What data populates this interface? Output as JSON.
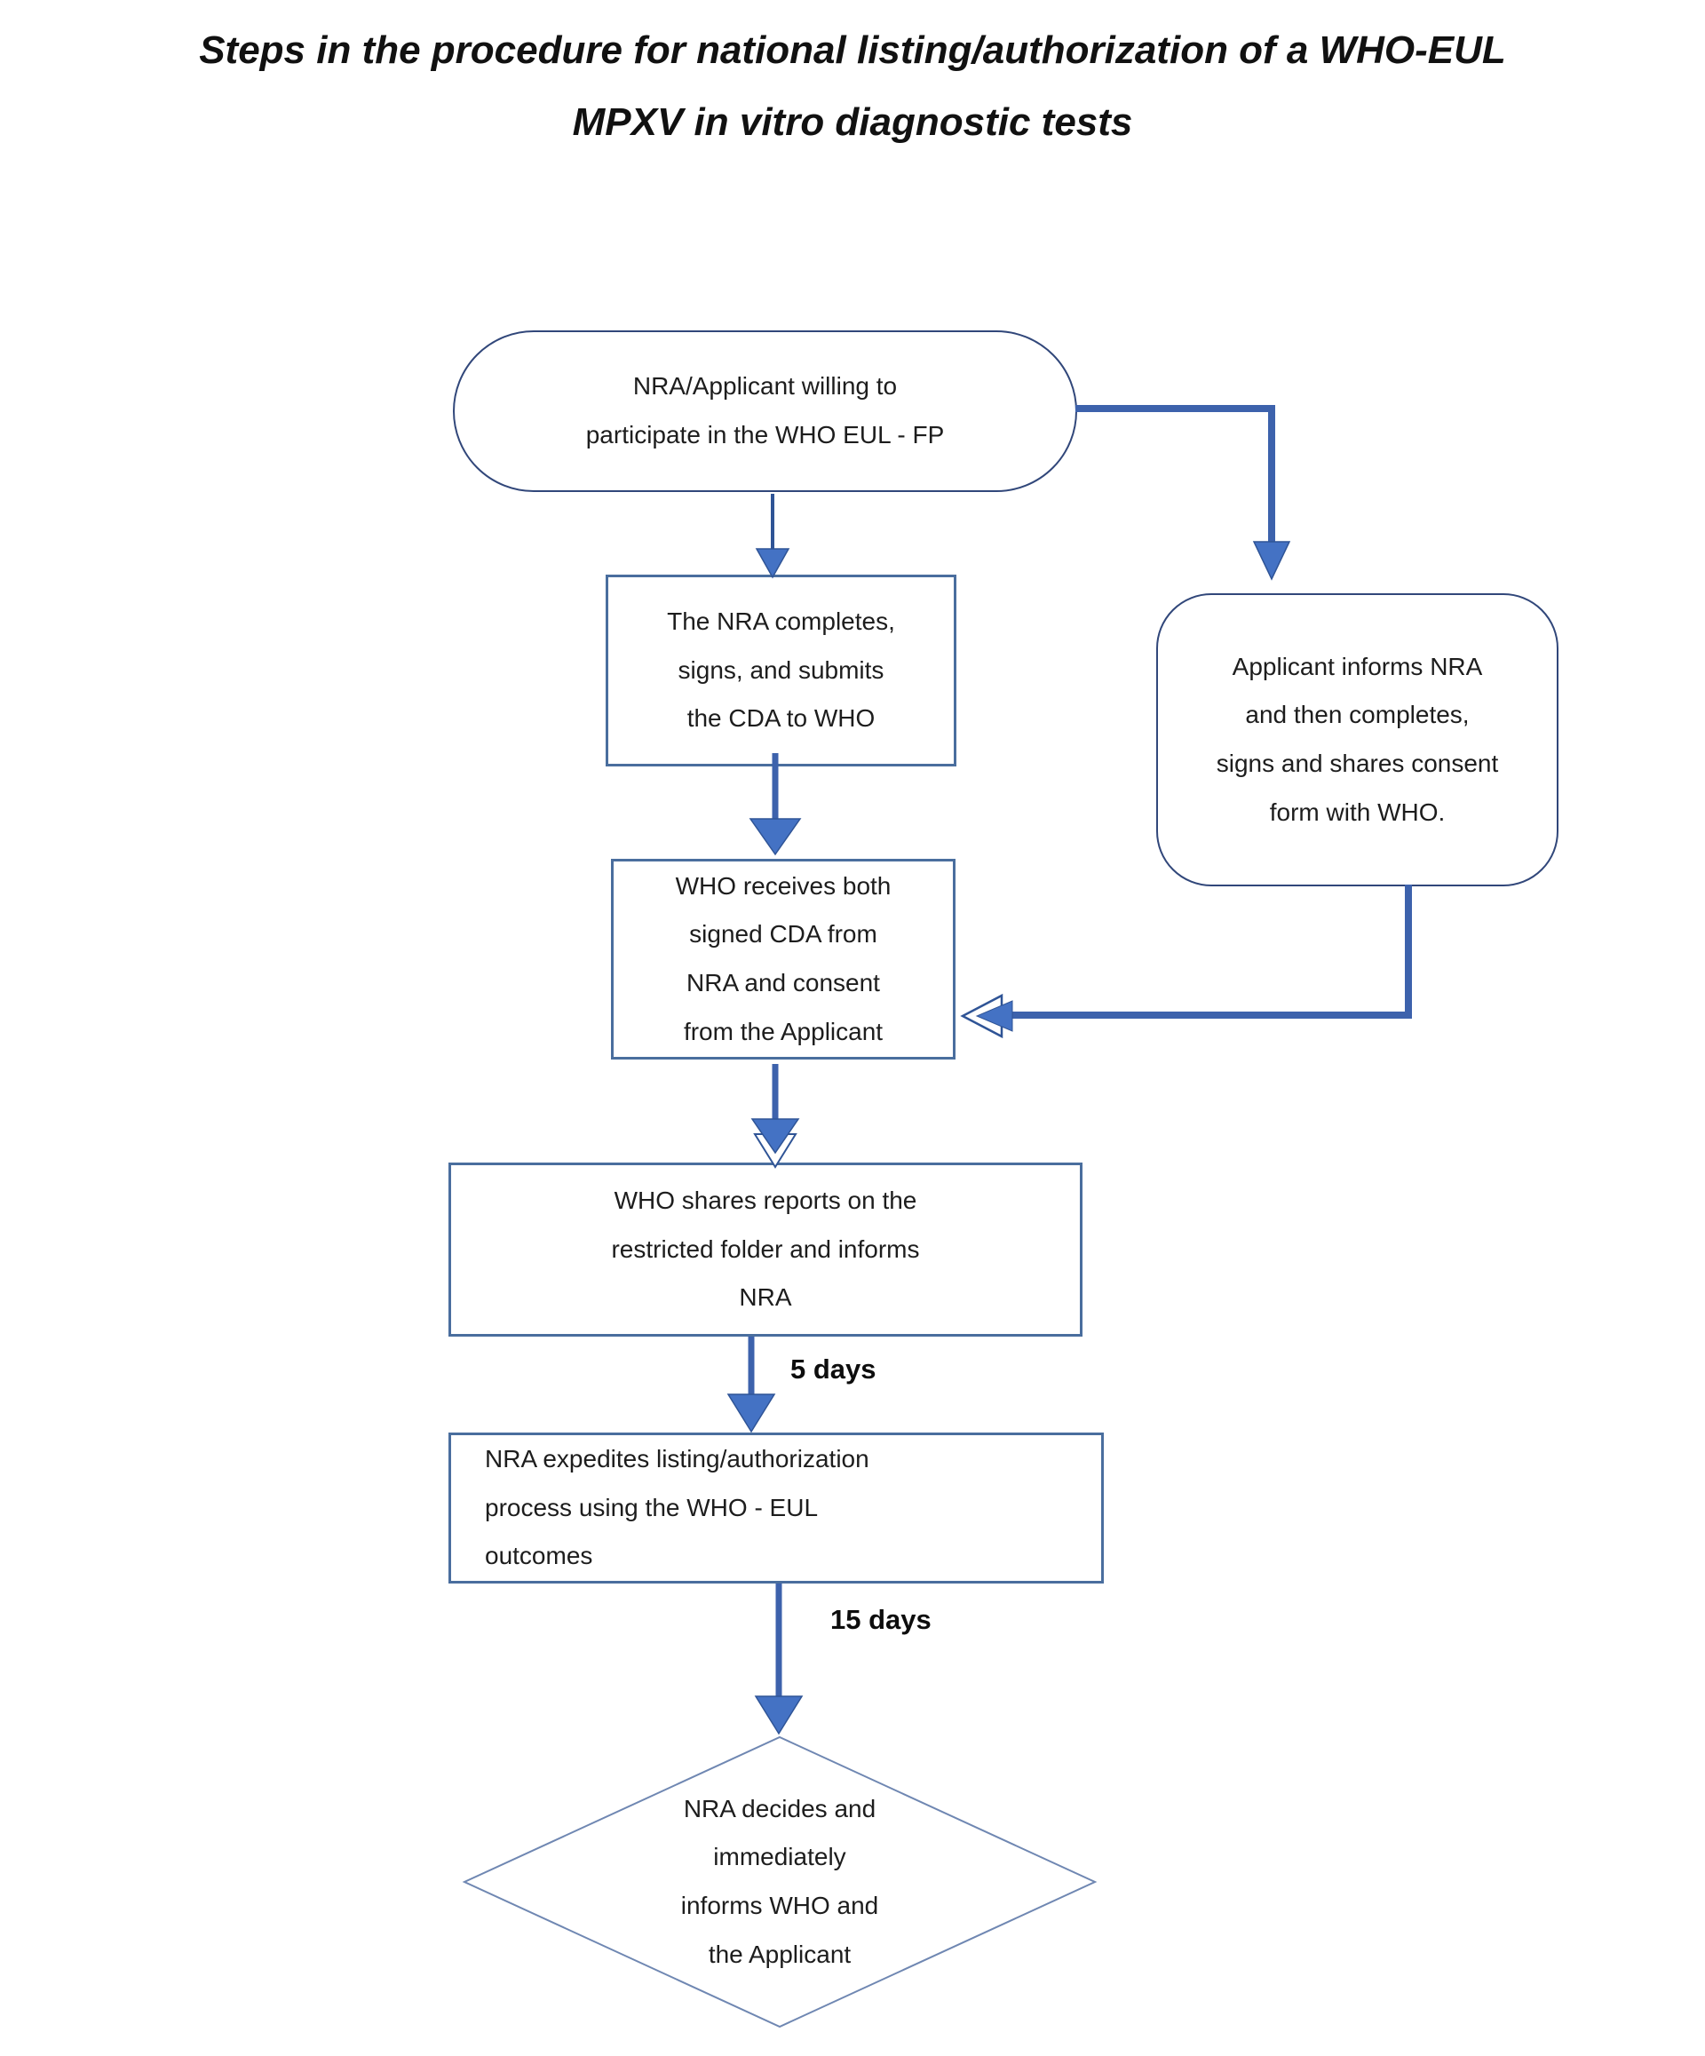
{
  "title": {
    "text": "Steps in the procedure for national listing/authorization of a WHO-EUL\nMPXV in vitro diagnostic tests"
  },
  "nodes": {
    "start": {
      "shape": "stadium",
      "text": "NRA/Applicant willing to\nparticipate in the WHO EUL - FP"
    },
    "nra_completes": {
      "shape": "rectangle",
      "text": "The NRA completes,\nsigns, and submits\nthe CDA to WHO"
    },
    "applicant_informs": {
      "shape": "rounded-rectangle",
      "text": "Applicant informs NRA\nand then completes,\nsigns and shares consent\nform with WHO."
    },
    "who_receives": {
      "shape": "rectangle",
      "text": "WHO receives both\nsigned CDA from\nNRA and consent\nfrom the Applicant"
    },
    "who_shares": {
      "shape": "rectangle",
      "text": "WHO shares reports on the\nrestricted folder and informs\nNRA"
    },
    "nra_expedites": {
      "shape": "rectangle",
      "text": "NRA expedites listing/authorization\nprocess using the WHO - EUL\noutcomes"
    },
    "nra_decides": {
      "shape": "diamond",
      "text": "NRA decides and\nimmediately\ninforms WHO and\nthe Applicant"
    }
  },
  "edge_labels": {
    "five_days": "5 days",
    "fifteen_days": "15 days"
  },
  "colors": {
    "connector": "#3d62ac",
    "arrow_fill": "#4472c4",
    "arrow_edge": "#2f5496",
    "rect_border": "#4a6e9e",
    "rounded_border": "#31477a",
    "diamond_border": "#6f87b2",
    "text": "#1d1d1d"
  }
}
